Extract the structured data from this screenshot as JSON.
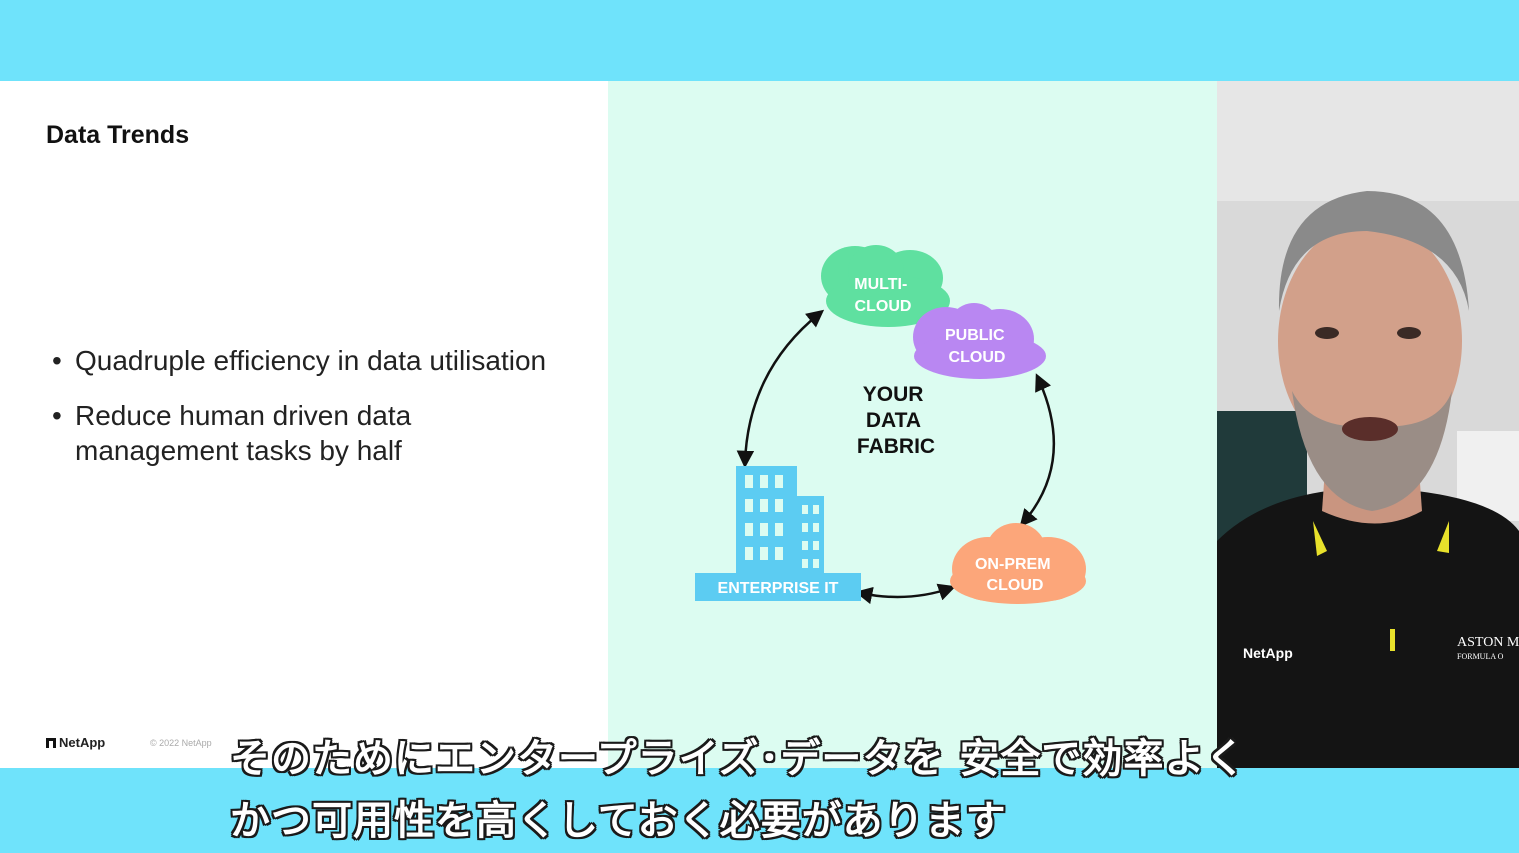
{
  "slide": {
    "title": "Data Trends",
    "bullets": [
      "Quadruple efficiency in data utilisation",
      "Reduce human driven data management tasks by half"
    ],
    "logo_text": "NetApp",
    "copyright": "© 2022 NetApp"
  },
  "diagram": {
    "center": [
      "YOUR",
      "DATA",
      "FABRIC"
    ],
    "multi_cloud": [
      "MULTI-",
      "CLOUD"
    ],
    "public_cloud": [
      "PUBLIC",
      "CLOUD"
    ],
    "onprem_cloud": [
      "ON-PREM",
      "CLOUD"
    ],
    "enterprise": "ENTERPRISE IT",
    "colors": {
      "multi_cloud": "#5fe0a0",
      "public_cloud": "#b987f2",
      "onprem_cloud": "#fca67a",
      "enterprise": "#5cccf2"
    }
  },
  "video": {
    "shirt_logo": "NetApp",
    "shirt_text_1": "ASTON M",
    "shirt_text_2": "FORMULA O"
  },
  "subtitles": {
    "line1": "そのためにエンタープライズ･データを 安全で効率よく",
    "line2": "かつ可用性を高くしておく必要があります"
  }
}
